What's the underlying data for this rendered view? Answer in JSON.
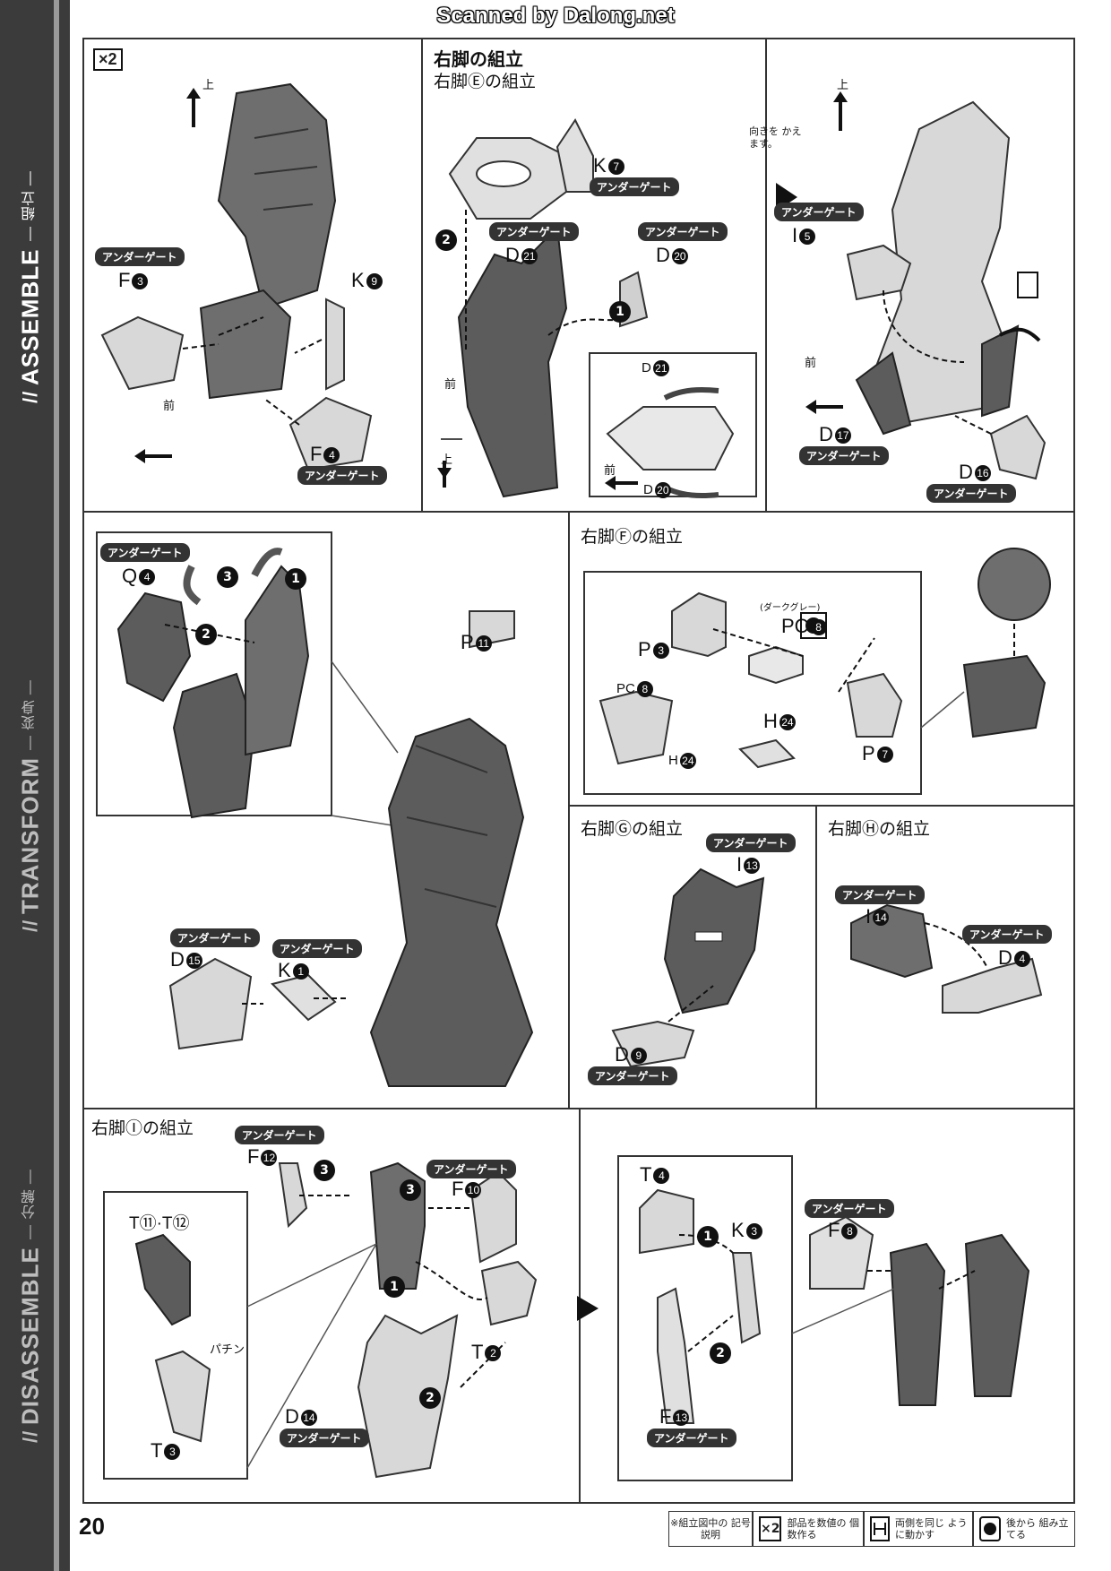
{
  "watermark": "Scanned by Dalong.net",
  "page_number": "20",
  "sidebar": {
    "assemble": {
      "label": "ASSEMBLE",
      "sub": "— 組立 —",
      "mark": "//"
    },
    "transform": {
      "label": "TRANSFORM",
      "sub": "— 変身 —",
      "mark": "//"
    },
    "disassemble": {
      "label": "DISASSEMBLE",
      "sub": "— 分解 —",
      "mark": "//"
    }
  },
  "common": {
    "undergate": "アンダーゲート",
    "up": "上",
    "front": "前",
    "x2": "×2"
  },
  "panel1": {
    "parts": {
      "f3": "F",
      "f3n": "3",
      "k9": "K",
      "k9n": "9",
      "f4": "F",
      "f4n": "4"
    }
  },
  "panel2": {
    "title": "右脚の組立",
    "subtitle": "右脚Ⓔの組立",
    "parts": {
      "k7": "K",
      "k7n": "7",
      "d21": "D",
      "d21n": "21",
      "d20": "D",
      "d20n": "20"
    },
    "steps": {
      "s1": "1",
      "s2": "2"
    },
    "inset": {
      "d21": "D",
      "d21n": "21",
      "d20": "D",
      "d20n": "20"
    }
  },
  "panel3": {
    "note": "向きを かえます。",
    "parts": {
      "i5": "I",
      "i5n": "5",
      "d17": "D",
      "d17n": "17",
      "d16": "D",
      "d16n": "16"
    }
  },
  "panel4": {
    "parts": {
      "q4": "Q",
      "q4n": "4",
      "p11": "P",
      "p11n": "11",
      "d15": "D",
      "d15n": "15",
      "k1": "K",
      "k1n": "1"
    },
    "steps": {
      "s1": "1",
      "s2": "2",
      "s3": "3"
    }
  },
  "panel5": {
    "title": "右脚Ⓕの組立",
    "parts": {
      "p3": "P",
      "p3n": "3",
      "pc8": "PC",
      "pc8n": "8",
      "dark_grey": "(ダークグレー)",
      "h24": "H",
      "h24n": "24",
      "p7": "P",
      "p7n": "7"
    },
    "inset": {
      "pc8": "PC",
      "pc8n": "8",
      "h24": "H",
      "h24n": "24"
    }
  },
  "panel6": {
    "title": "右脚Ⓖの組立",
    "parts": {
      "i13": "I",
      "i13n": "13",
      "d9": "D",
      "d9n": "9"
    }
  },
  "panel7": {
    "title": "右脚Ⓗの組立",
    "parts": {
      "i14": "I",
      "i14n": "14",
      "d4": "D",
      "d4n": "4"
    }
  },
  "panel8": {
    "title": "右脚Ⓘの組立",
    "parts": {
      "f12": "F",
      "f12n": "12",
      "f10": "F",
      "f10n": "10",
      "t2": "T",
      "t2n": "2",
      "d14": "D",
      "d14n": "14",
      "t11t12": "T⑪·T⑫",
      "t3": "T",
      "t3n": "3",
      "pachin": "パチン"
    },
    "steps": {
      "s1": "1",
      "s2": "2",
      "s3a": "3",
      "s3b": "3"
    }
  },
  "panel9": {
    "parts": {
      "t4": "T",
      "t4n": "4",
      "k3": "K",
      "k3n": "3",
      "f13": "F",
      "f13n": "13",
      "f8": "F",
      "f8n": "8"
    },
    "steps": {
      "s1": "1",
      "s2": "2"
    }
  },
  "legend": {
    "title": "※組立図中の 記号説明",
    "item1_icon": "×2",
    "item1": "部品を数値の 個数作る",
    "item2": "両側を同じ ように動かす",
    "item3": "後から 組み立てる"
  }
}
